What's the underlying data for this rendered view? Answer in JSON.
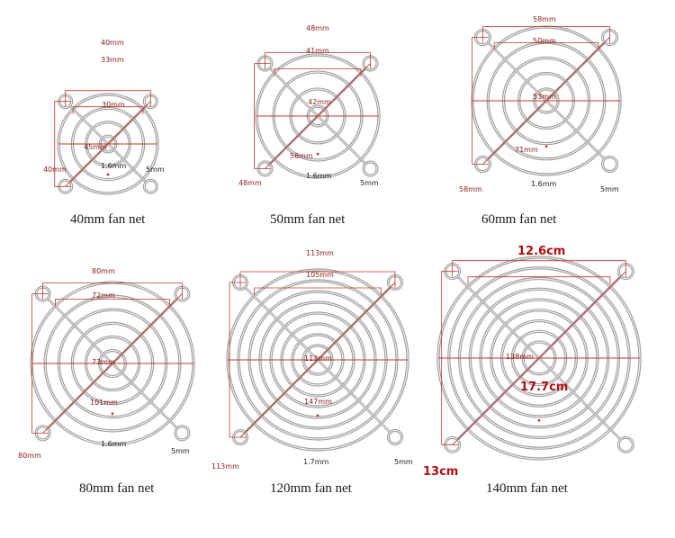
{
  "products": [
    {
      "caption": "40mm fan net",
      "labels": {
        "outer": "40mm",
        "inner": "33mm",
        "ring": "30mm",
        "diag": "45mm",
        "side": "40mm",
        "wire": "1.6mm",
        "hole": "5mm"
      }
    },
    {
      "caption": "50mm fan net",
      "labels": {
        "outer": "48mm",
        "inner": "41mm",
        "ring": "42mm",
        "diag": "56mm",
        "side": "48mm",
        "wire": "1.6mm",
        "hole": "5mm"
      }
    },
    {
      "caption": "60mm fan net",
      "labels": {
        "outer": "58mm",
        "inner": "50mm",
        "ring": "53mm",
        "diag": "71mm",
        "side": "58mm",
        "wire": "1.6mm",
        "hole": "5mm"
      }
    },
    {
      "caption": "80mm fan net",
      "labels": {
        "outer": "80mm",
        "inner": "72mm",
        "ring": "73mm",
        "diag": "101mm",
        "side": "80mm",
        "wire": "1.6mm",
        "hole": "5mm"
      }
    },
    {
      "caption": "120mm fan net",
      "labels": {
        "outer": "113mm",
        "inner": "105mm",
        "ring": "113mm",
        "diag": "147mm",
        "side": "113mm",
        "wire": "1.7mm",
        "hole": "5mm"
      }
    },
    {
      "caption": "140mm fan net",
      "labels": {
        "outer": "12.6cm",
        "ring": "138mm",
        "diag": "17.7cm",
        "side": "13cm"
      }
    }
  ],
  "colors": {
    "wire": "#9a9a9a",
    "highlight": "#f2f2f2",
    "dimension": "#c0392b",
    "text": "#1a1a1a"
  }
}
